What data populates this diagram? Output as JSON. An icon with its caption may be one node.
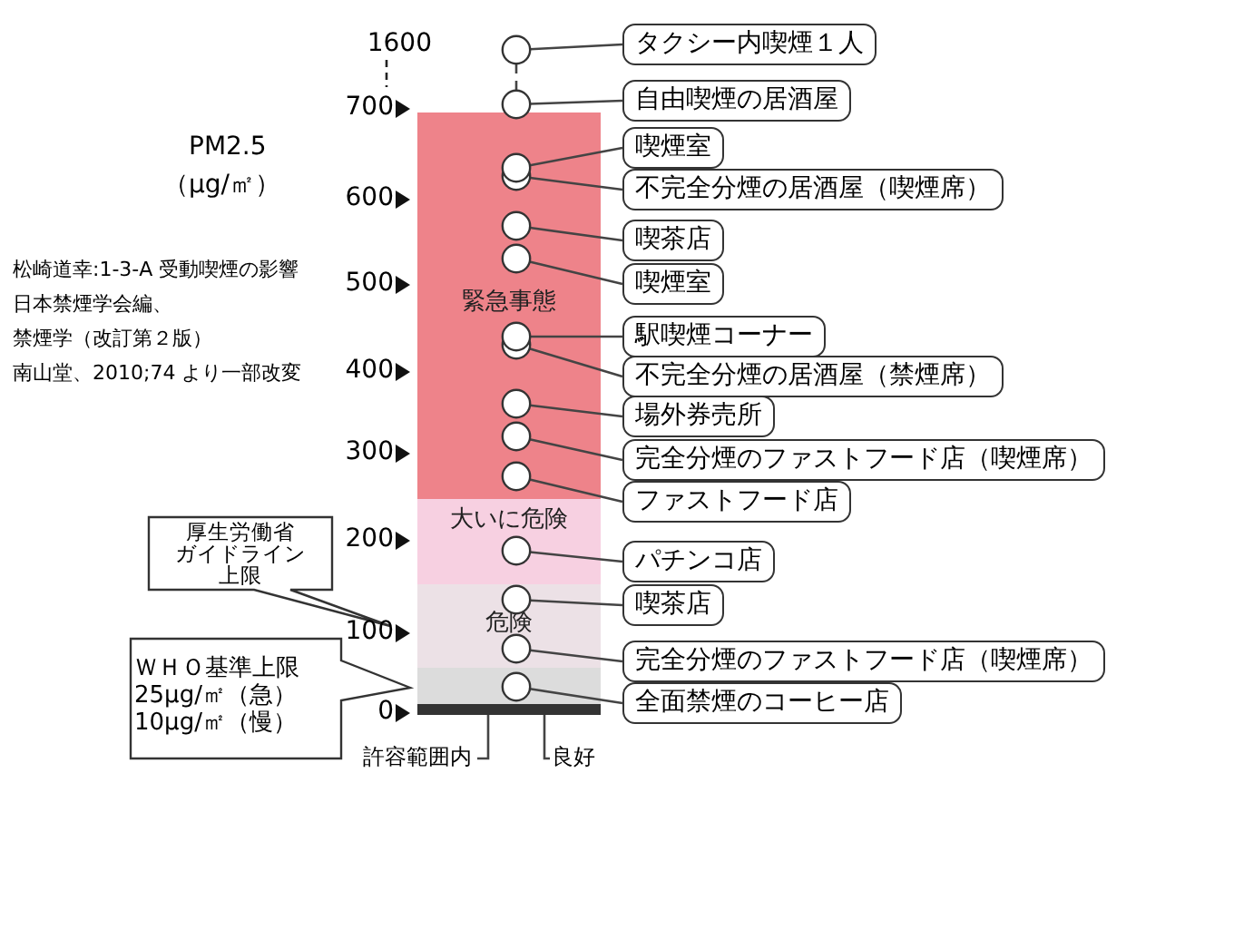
{
  "diagram": {
    "nodes": [
      {
        "text": [
          "緊急事態"
        ]
      },
      {
        "text": [
          "大いに危険"
        ]
      },
      {
        "text": [
          "危険"
        ]
      },
      {
        "text": [],
        "shape": "bar"
      },
      {
        "text": [],
        "shape": "bar"
      },
      {
        "text": [],
        "shape": "circle"
      },
      {
        "text": [],
        "shape": "circle"
      },
      {
        "text": [],
        "shape": "circle",
        "in": 0
      },
      {
        "text": [],
        "shape": "circle",
        "in": 0
      },
      {
        "text": [],
        "shape": "circle",
        "in": 0
      },
      {
        "text": [],
        "shape": "circle",
        "in": 0
      },
      {
        "text": [],
        "shape": "circle",
        "in": 0
      },
      {
        "text": [],
        "shape": "circle",
        "in": 0
      },
      {
        "text": [],
        "shape": "circle",
        "in": 0
      },
      {
        "text": [],
        "shape": "circle",
        "in": 1
      },
      {
        "text": [],
        "shape": "circle",
        "in": 2
      },
      {
        "text": [],
        "shape": "circle",
        "in": 2
      },
      {
        "text": [],
        "shape": "circle",
        "in": 3
      },
      {
        "text": [
          "タクシー内喫煙１人"
        ]
      },
      {
        "text": [
          "自由喫煙の居酒屋"
        ]
      },
      {
        "text": [
          "喫煙室"
        ]
      },
      {
        "text": [
          "不完全分煙の居酒屋（喫煙席）"
        ]
      },
      {
        "text": [
          "喫茶店"
        ]
      },
      {
        "text": [
          "喫煙室"
        ]
      },
      {
        "text": [
          "駅喫煙コーナー"
        ]
      },
      {
        "text": [
          "不完全分煙の居酒屋（禁煙席）"
        ]
      },
      {
        "text": [
          "場外券売所"
        ]
      },
      {
        "text": [
          "完全分煙のファストフード店（喫煙席）"
        ]
      },
      {
        "text": [
          "ファストフード店"
        ]
      },
      {
        "text": [
          "パチンコ店"
        ]
      },
      {
        "text": [
          "喫茶店"
        ]
      },
      {
        "text": [
          "完全分煙のファストフード店（喫煙席）"
        ]
      },
      {
        "text": [
          "全面禁煙のコーヒー店"
        ]
      },
      {
        "text": [
          "厚生労働省",
          "ガイドライン",
          "上限"
        ]
      },
      {
        "text": [
          "ＷＨＯ基準上限",
          "25μg/㎡（急）",
          "10μg/㎡（慢）"
        ]
      },
      {
        "text": [
          "許容範囲内"
        ]
      },
      {
        "text": [
          "良好"
        ]
      }
    ],
    "edges": [
      {
        "from": 5,
        "to": 6,
        "arrow": "none",
        "style": "dashed"
      },
      {
        "from": 5,
        "to": 18,
        "arrow": "none"
      },
      {
        "from": 6,
        "to": 19,
        "arrow": "none"
      },
      {
        "from": 7,
        "to": 20,
        "arrow": "none"
      },
      {
        "from": 7,
        "to": 21,
        "arrow": "none"
      },
      {
        "from": 8,
        "to": 22,
        "arrow": "none"
      },
      {
        "from": 9,
        "to": 23,
        "arrow": "none"
      },
      {
        "from": 10,
        "to": 24,
        "arrow": "none"
      },
      {
        "from": 10,
        "to": 25,
        "arrow": "none"
      },
      {
        "from": 11,
        "to": 26,
        "arrow": "none"
      },
      {
        "from": 12,
        "to": 27,
        "arrow": "none"
      },
      {
        "from": 13,
        "to": 28,
        "arrow": "none"
      },
      {
        "from": 14,
        "to": 29,
        "arrow": "none"
      },
      {
        "from": 15,
        "to": 30,
        "arrow": "none"
      },
      {
        "from": 16,
        "to": 31,
        "arrow": "none"
      },
      {
        "from": 17,
        "to": 32,
        "arrow": "none"
      },
      {
        "from": 35,
        "to": 4,
        "arrow": "none"
      },
      {
        "from": 36,
        "to": 4,
        "arrow": "none"
      }
    ],
    "labels": [
      "1600",
      "700",
      "600",
      "500",
      "400",
      "300",
      "200",
      "100",
      "0",
      "PM2.5",
      "（μg/㎡）",
      "松崎道幸:1-3-A 受動喫煙の影響",
      "日本禁煙学会編、",
      "禁煙学（改訂第２版）",
      "南山堂、2010;74 より一部改変"
    ]
  }
}
